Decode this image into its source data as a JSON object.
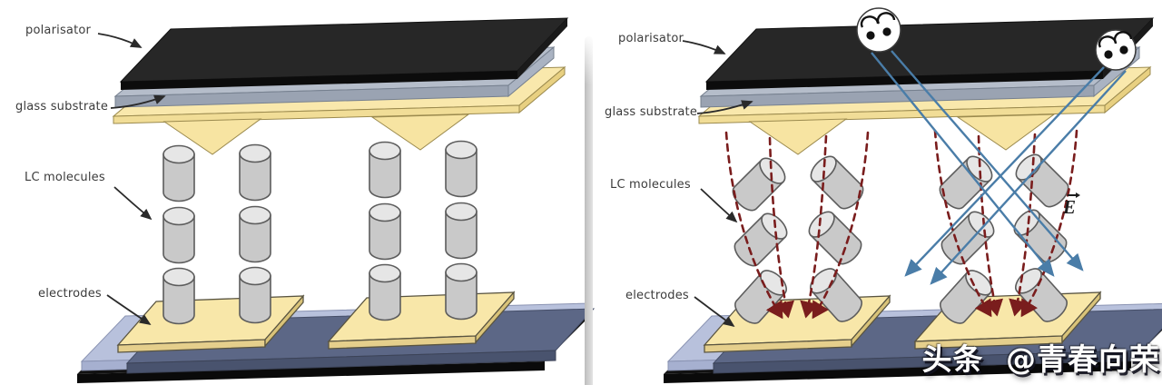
{
  "labels": {
    "left": {
      "polarisator": "polarisator",
      "glass_substrate": "glass substrate",
      "lc_molecules": "LC molecules",
      "electrodes": "electrodes"
    },
    "right": {
      "polarisator": "polarisator",
      "glass_substrate": "glass substrate",
      "lc_molecules": "LC molecules",
      "electrodes": "electrodes",
      "e_field": "E"
    }
  },
  "watermark": {
    "brand": "头条",
    "handle": "@青春向荣"
  },
  "icons": {
    "left_viewer": "eyes-icon",
    "right_viewer": "eyes-icon",
    "e_vector": "vector-arrow-icon"
  },
  "colors": {
    "polarizer_slab": "#272727",
    "glass_slab": "#b5bdca",
    "alignment_layer": "#f9e8ac",
    "lc_molecule": "#c9c9c9",
    "electrode_pad": "#f8e7a9",
    "substrate_glass": "#b8c1dc",
    "substrate_plate": "#5c6786",
    "base_plate": "#121212",
    "field_line": "#7a1d1d",
    "light_ray": "#4a7da8",
    "label_text": "#3b3b3b"
  }
}
